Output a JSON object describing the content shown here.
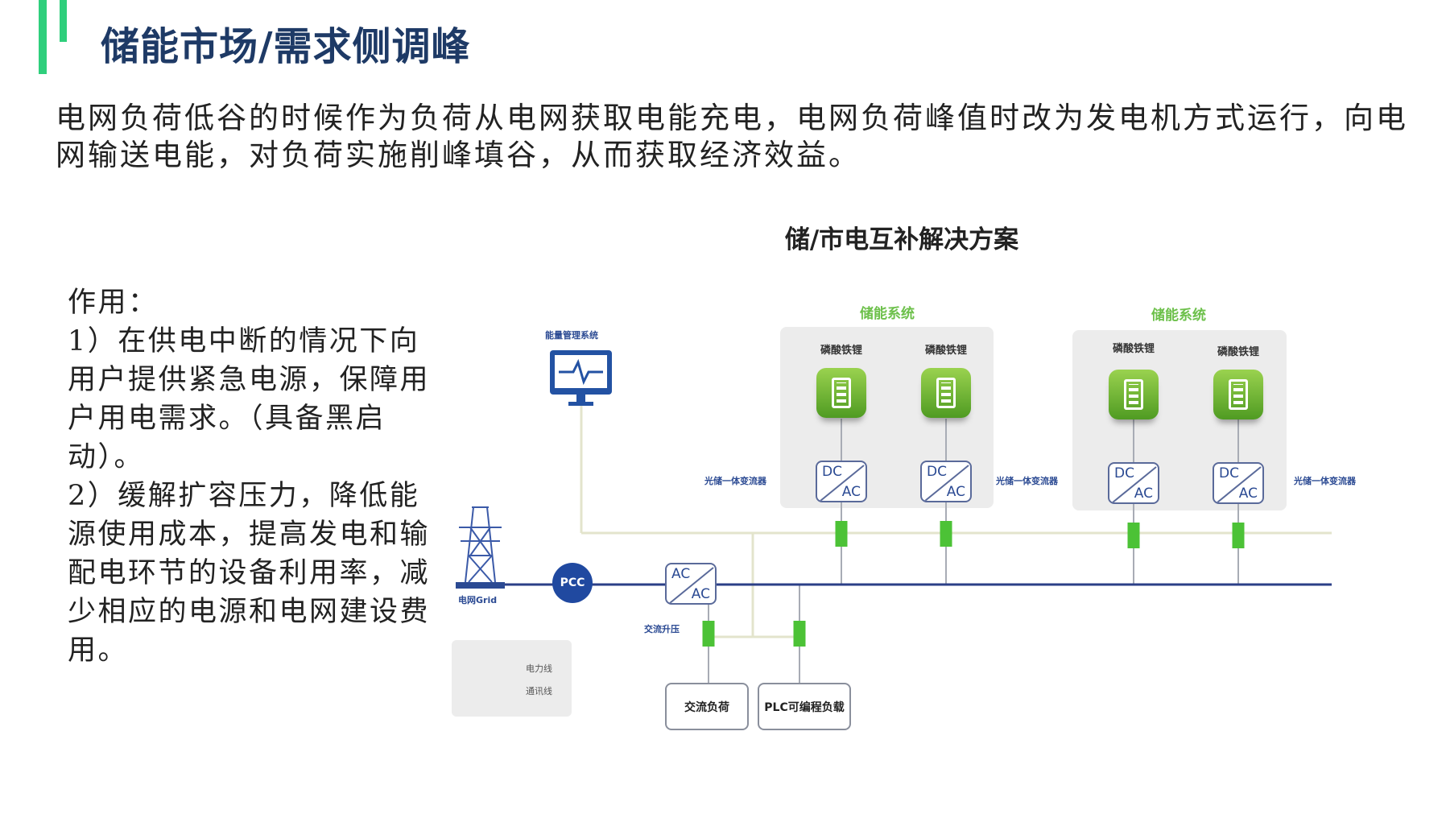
{
  "header": {
    "title": "储能市场/需求侧调峰"
  },
  "intro": "电网负荷低谷的时候作为负荷从电网获取电能充电，电网负荷峰值时改为发电机方式运行，向电网输送电能，对负荷实施削峰填谷，从而获取经济效益。",
  "effects": {
    "heading": "作用：",
    "item1": "1）在供电中断的情况下向用户提供紧急电源，保障用户用电需求。（具备黑启动）。",
    "item2": "2）缓解扩容压力，降低能源使用成本，提高发电和输配电环节的设备利用率，减少相应的电源和电网建设费用。"
  },
  "diagram": {
    "title": "储/市电互补解决方案",
    "ems_label": "能量管理系统",
    "grid_label": "电网Grid",
    "pcc_label": "PCC",
    "acac": {
      "top": "AC",
      "bottom": "AC"
    },
    "boost_label": "交流升压",
    "converter_label": "光储一体变流器",
    "dcac": {
      "top": "DC",
      "bottom": "AC"
    },
    "groups": [
      {
        "label": "储能系统",
        "columns": [
          "磷酸铁锂",
          "磷酸铁锂"
        ]
      },
      {
        "label": "储能系统",
        "columns": [
          "磷酸铁锂",
          "磷酸铁锂"
        ]
      }
    ],
    "loads": [
      "交流负荷",
      "PLC可编程负载"
    ],
    "legend": {
      "power": "电力线",
      "comm": "通讯线"
    },
    "colors": {
      "power_line": "#2b3f87",
      "comm_line": "#e3e4cc",
      "accent": "#2fcf7c",
      "storage": "#6cc04a"
    }
  }
}
